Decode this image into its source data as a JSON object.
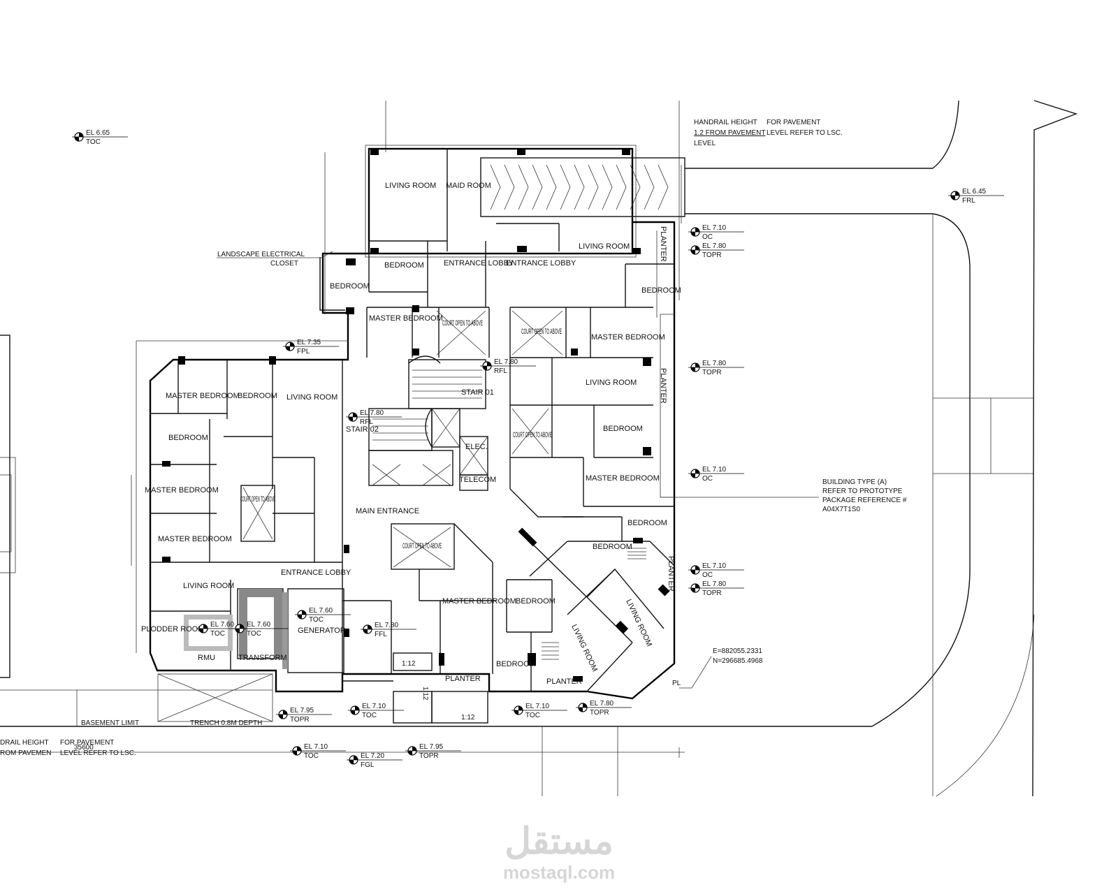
{
  "rooms": {
    "living_room_ne": "LIVING ROOM",
    "maid_room": "MAID ROOM",
    "living_room_e": "LIVING ROOM",
    "bedroom_n1": "BEDROOM",
    "bedroom_n2": "BEDROOM",
    "entrance_lobby_n1": "ENTRANCE LOBBY",
    "entrance_lobby_n2": "ENTRANCE LOBBY",
    "bedroom_e1": "BEDROOM",
    "master_bedroom_n": "MASTER BEDROOM",
    "court_n1": "COURT OPEN TO ABOVE",
    "court_n2": "COURT OPEN TO ABOVE",
    "master_bedroom_e": "MASTER BEDROOM",
    "master_bedroom_w1": "MASTER BEDROOM",
    "bedroom_w1": "BEDROOM",
    "living_room_w": "LIVING ROOM",
    "stair_01": "STAIR 01",
    "living_room_e2": "LIVING ROOM",
    "bedroom_w2": "BEDROOM",
    "stair_02": "STAIR 02",
    "court_e": "COURT OPEN TO ABOVE",
    "bedroom_e2": "BEDROOM",
    "elec": "ELEC.",
    "telecom": "TELECOM",
    "master_bedroom_w2": "MASTER BEDROOM",
    "court_w": "COURT OPEN TO ABOVE",
    "master_bedroom_e2": "MASTER BEDROOM",
    "main_entrance": "MAIN ENTRANCE",
    "master_bedroom_w3": "MASTER BEDROOM",
    "court_s": "COURT OPEN TO ABOVE",
    "bedroom_se1": "BEDROOM",
    "bedroom_se2": "BEDROOM",
    "entrance_lobby_w": "ENTRANCE LOBBY",
    "living_room_sw": "LIVING ROOM",
    "master_bedroom_s": "MASTER BEDROOM",
    "bedroom_s1": "BEDROOM",
    "living_room_se1": "LIVING ROOM",
    "living_room_se2": "LIVING ROOM",
    "generator": "GENERATOR",
    "plodder_room": "PLODDER ROOM",
    "rmu": "RMU",
    "transform": "TRANSFORM",
    "bedroom_s2": "BEDROOM",
    "planter_s1": "PLANTER",
    "planter_s2": "PLANTER",
    "planter_e1": "PLANTER",
    "planter_e2": "PLANTER",
    "planter_e3": "PLANTER"
  },
  "elevations": [
    {
      "id": "e1",
      "line1": "EL 6.65",
      "line2": "TOC"
    },
    {
      "id": "e2",
      "line1": "EL 6.45",
      "line2": "FRL"
    },
    {
      "id": "e3",
      "line1": "EL 7.10",
      "line2": "OC"
    },
    {
      "id": "e4",
      "line1": "EL 7.80",
      "line2": "TOPR"
    },
    {
      "id": "e5",
      "line1": "EL 7.35",
      "line2": "FPL"
    },
    {
      "id": "e6",
      "line1": "EL 7.80",
      "line2": "RFL"
    },
    {
      "id": "e7",
      "line1": "EL 7.80",
      "line2": "TOPR"
    },
    {
      "id": "e8",
      "line1": "EL 7.80",
      "line2": "RFL"
    },
    {
      "id": "e9",
      "line1": "EL 7.10",
      "line2": "OC"
    },
    {
      "id": "e10",
      "line1": "EL 7.10",
      "line2": "OC"
    },
    {
      "id": "e11",
      "line1": "EL 7.80",
      "line2": "TOPR"
    },
    {
      "id": "e12",
      "line1": "EL 7.60",
      "line2": "TOC"
    },
    {
      "id": "e13",
      "line1": "EL 7.60",
      "line2": "TOC"
    },
    {
      "id": "e14",
      "line1": "EL 7.60",
      "line2": "TOC"
    },
    {
      "id": "e15",
      "line1": "EL 7.80",
      "line2": "FFL"
    },
    {
      "id": "e16",
      "line1": "EL 7.95",
      "line2": "TOPR"
    },
    {
      "id": "e17",
      "line1": "EL 7.10",
      "line2": "TOC"
    },
    {
      "id": "e18",
      "line1": "EL 7.10",
      "line2": "TOC"
    },
    {
      "id": "e19",
      "line1": "EL 7.80",
      "line2": "TOPR"
    },
    {
      "id": "e20",
      "line1": "EL 7.10",
      "line2": "TOC"
    },
    {
      "id": "e21",
      "line1": "EL 7.20",
      "line2": "FGL"
    },
    {
      "id": "e22",
      "line1": "EL 7.95",
      "line2": "TOPR"
    }
  ],
  "notes": {
    "handrail_1": "HANDRAIL HEIGHT",
    "handrail_2": "1.2 FROM PAVEMENT",
    "handrail_3": "LEVEL",
    "pavement_1": "FOR PAVEMENT",
    "pavement_2": "LEVEL REFER TO LSC.",
    "landscape_1": "LANDSCAPE ELECTRICAL",
    "landscape_2": "CLOSET",
    "building_1": "BUILDING TYPE (A)",
    "building_2": "REFER TO PROTOTYPE",
    "building_3": "PACKAGE REFERENCE #",
    "building_4": "A04X7T1S0",
    "coord_1": "E=882055.2331",
    "coord_2": "N=296685.4968",
    "pl": "PL",
    "basement_limit": "BASEMENT LIMIT",
    "trench": "TRENCH 0.8M DEPTH",
    "handrail_bl_1": "DRAIL HEIGHT",
    "handrail_bl_2": "ROM PAVEMEN",
    "pavement_bl_1": "FOR PAVEMENT",
    "pavement_bl_2": "LEVEL REFER TO LSC.",
    "dim": "35600",
    "ramp_1": "1:12",
    "ramp_2": "1:12",
    "ramp_3": "1:12"
  },
  "watermark": {
    "arabic": "مستقل",
    "latin": "mostaql.com"
  }
}
